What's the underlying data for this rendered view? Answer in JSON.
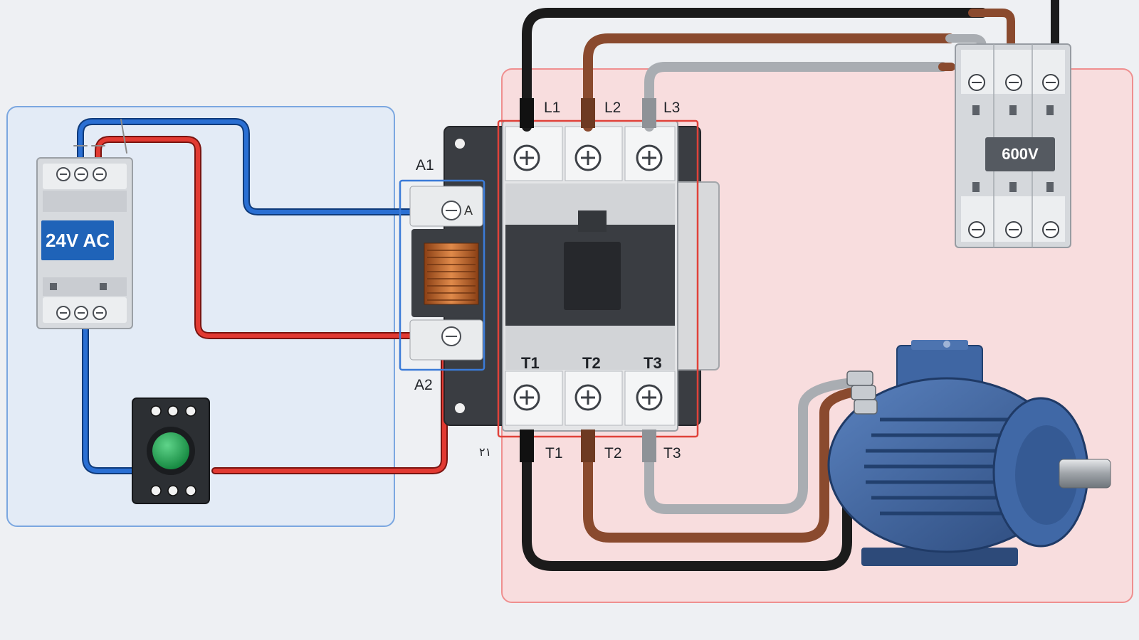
{
  "control_circuit": {
    "power_supply_label": "24V AC",
    "coil_terminal_top": "A1",
    "coil_terminal_bottom": "A2",
    "coil_terminal_bottom_alt": "٢١"
  },
  "power_circuit": {
    "breaker_label": "600V",
    "line_terminals": [
      "L1",
      "L2",
      "L3"
    ],
    "load_terminals_on_body": [
      "T1",
      "T2",
      "T3"
    ],
    "load_terminals_below": [
      "T1",
      "T2",
      "T3"
    ]
  },
  "colors": {
    "control_zone": "#dfe9f7",
    "control_zone_border": "#7ba7e0",
    "power_zone": "#f9d9d9",
    "power_zone_border": "#ef8f8f",
    "control_wire_blue": "#1f5fc2",
    "control_wire_red": "#d9302a",
    "phase_black": "#1b1b1b",
    "phase_brown": "#8a4a2e",
    "phase_grey": "#a9adb2",
    "motor_blue": "#3a5f9a",
    "button_green": "#1fa552",
    "coil_copper": "#c8672b",
    "psu_label_bg": "#1f63b8",
    "breaker_label_bg": "#555a61"
  },
  "icons": {
    "motor": "electric-motor-icon",
    "push_button": "push-button-icon",
    "coil": "contactor-coil-icon",
    "screw": "terminal-screw-icon"
  }
}
